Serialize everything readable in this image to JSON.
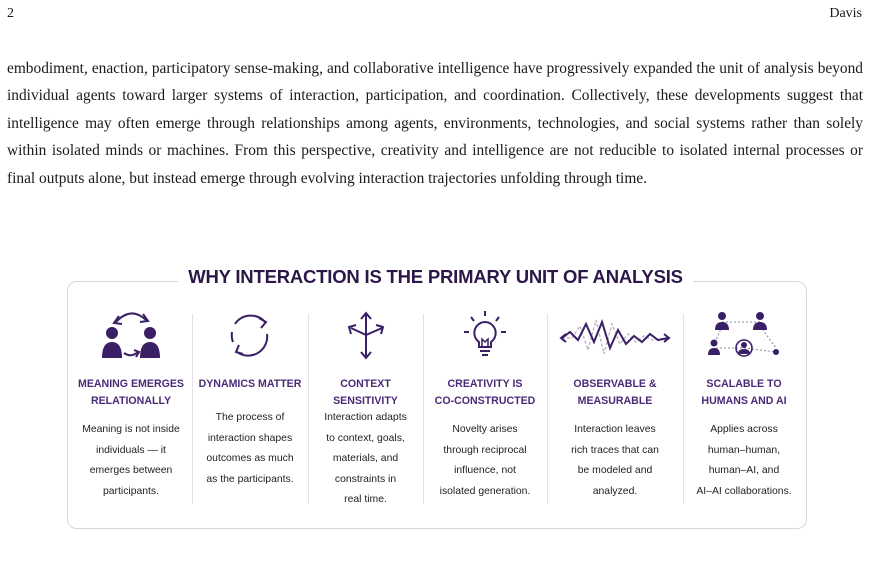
{
  "header": {
    "page_number": "2",
    "author": "Davis"
  },
  "body": {
    "paragraph": "embodiment, enaction, participatory sense-making, and collaborative intelligence have progressively expanded the unit of analysis beyond individual agents toward larger systems of interaction, participation, and coordination. Collectively, these developments suggest that intelligence may often emerge through relationships among agents, environments, technologies, and social systems rather than solely within isolated minds or machines. From this perspective, creativity and intelligence are not reducible to isolated internal processes or final outputs alone, but instead emerge through evolving interaction trajectories unfolding through time."
  },
  "figure": {
    "title": "WHY INTERACTION IS THE PRIMARY UNIT OF ANALYSIS",
    "accent_color": "#4a2a78",
    "columns": [
      {
        "icon": "two-people-arrows-icon",
        "label_lines": [
          "MEANING EMERGES",
          "RELATIONALLY"
        ],
        "desc_lines": [
          "Meaning is not inside",
          "individuals — it",
          "emerges between",
          "participants."
        ]
      },
      {
        "icon": "circular-arrows-icon",
        "label_lines": [
          "DYNAMICS MATTER"
        ],
        "desc_lines": [
          "The process of",
          "interaction shapes",
          "outcomes as much",
          "as the participants."
        ]
      },
      {
        "icon": "four-way-arrows-icon",
        "label_lines": [
          "CONTEXT SENSITIVITY"
        ],
        "desc_lines": [
          "Interaction adapts",
          "to context, goals,",
          "materials, and",
          "constraints in",
          "real time."
        ]
      },
      {
        "icon": "lightbulb-icon",
        "label_lines": [
          "CREATIVITY IS",
          "CO-CONSTRUCTED"
        ],
        "desc_lines": [
          "Novelty arises",
          "through reciprocal",
          "influence, not",
          "isolated generation."
        ]
      },
      {
        "icon": "wave-trace-icon",
        "label_lines": [
          "OBSERVABLE &",
          "MEASURABLE"
        ],
        "desc_lines": [
          "Interaction leaves",
          "rich traces that can",
          "be modeled and",
          "analyzed."
        ]
      },
      {
        "icon": "network-people-icon",
        "label_lines": [
          "SCALABLE TO",
          "HUMANS AND AI"
        ],
        "desc_lines": [
          "Applies across",
          "human–human,",
          "human–AI, and",
          "AI–AI collaborations."
        ]
      }
    ]
  }
}
